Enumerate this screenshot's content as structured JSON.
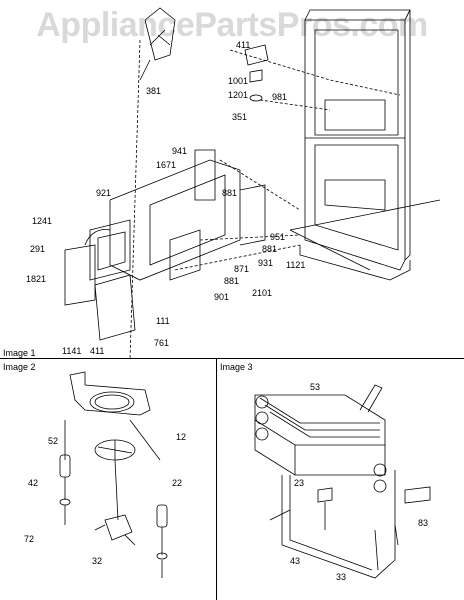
{
  "watermark": "AppliancePartsPros.com",
  "panels": [
    {
      "label": "Image 1"
    },
    {
      "label": "Image 2"
    },
    {
      "label": "Image 3"
    }
  ],
  "callouts": [
    "411",
    "1001",
    "1201",
    "981",
    "351",
    "381",
    "941",
    "1671",
    "921",
    "881",
    "1241",
    "291",
    "1821",
    "951",
    "881",
    "871",
    "931",
    "1121",
    "881",
    "901",
    "2101",
    "111",
    "1141",
    "411",
    "761",
    "12",
    "52",
    "22",
    "42",
    "72",
    "32",
    "53",
    "23",
    "83",
    "43",
    "33"
  ]
}
